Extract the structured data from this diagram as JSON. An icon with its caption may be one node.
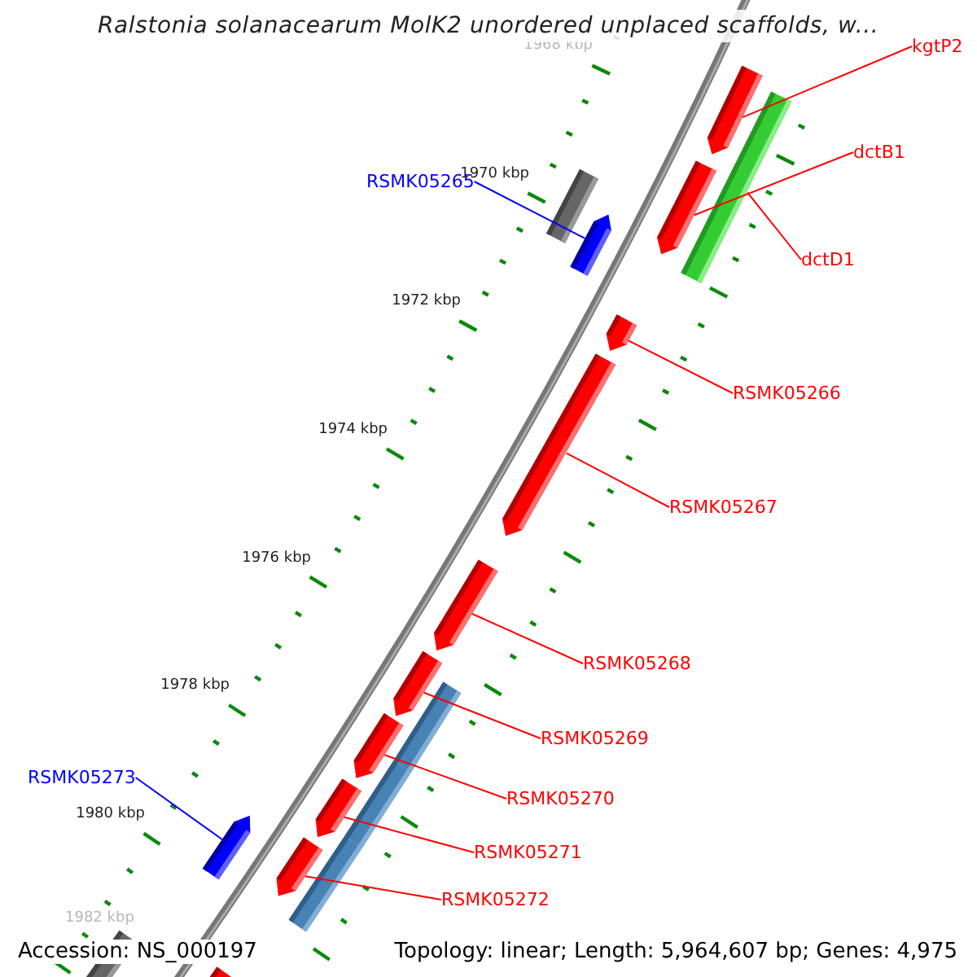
{
  "diagram": {
    "title": "Ralstonia solanacearum MolK2 unordered unplaced scaffolds, w...",
    "nodes": [
      {
        "text": [
          "kgtP2"
        ]
      },
      {
        "text": [
          "dctB1"
        ]
      },
      {
        "text": [
          "RSMK05265"
        ]
      },
      {
        "text": [
          "dctD1"
        ]
      },
      {
        "text": [
          "RSMK05266"
        ]
      },
      {
        "text": [
          "RSMK05267"
        ]
      },
      {
        "text": [
          "RSMK05268"
        ]
      },
      {
        "text": [
          "RSMK05269"
        ]
      },
      {
        "text": [
          "RSMK05273"
        ]
      },
      {
        "text": [
          "RSMK05270"
        ]
      },
      {
        "text": [
          "RSMK05271"
        ]
      },
      {
        "text": [
          "RSMK05272"
        ]
      },
      {
        "text": [],
        "shape": "bar"
      },
      {
        "text": [],
        "shape": "bar"
      },
      {
        "text": [],
        "shape": "bar"
      },
      {
        "text": [],
        "shape": "bar"
      },
      {
        "text": [],
        "shape": "bar"
      },
      {
        "text": [],
        "shape": "bar"
      },
      {
        "text": [],
        "shape": "bar"
      },
      {
        "text": [],
        "shape": "bar"
      },
      {
        "text": [],
        "shape": "bar"
      },
      {
        "text": [],
        "shape": "bar"
      },
      {
        "text": [],
        "shape": "bar"
      },
      {
        "text": [],
        "shape": "bar"
      }
    ],
    "edges": [
      {
        "from": 0,
        "to": 12,
        "arrow": "none"
      },
      {
        "from": 1,
        "to": 14,
        "arrow": "none"
      },
      {
        "from": 2,
        "to": 15,
        "arrow": "none",
        "color": "#0000ff"
      },
      {
        "from": 3,
        "to": 13,
        "arrow": "none"
      },
      {
        "from": 4,
        "to": 16,
        "arrow": "none"
      },
      {
        "from": 5,
        "to": 17,
        "arrow": "none"
      },
      {
        "from": 6,
        "to": 18,
        "arrow": "none"
      },
      {
        "from": 7,
        "to": 19,
        "arrow": "none"
      },
      {
        "from": 8,
        "to": 23,
        "arrow": "none",
        "color": "#0000ff"
      },
      {
        "from": 9,
        "to": 20,
        "arrow": "none"
      },
      {
        "from": 10,
        "to": 21,
        "arrow": "none"
      },
      {
        "from": 11,
        "to": 22,
        "arrow": "none"
      }
    ],
    "labels": [
      "1968 kbp",
      "1970 kbp",
      "1972 kbp",
      "1974 kbp",
      "1976 kbp",
      "1978 kbp",
      "1980 kbp",
      "1982 kbp",
      "Accession: NS_000197",
      "Topology: linear; Length: 5,964,607 bp; Genes: 4,975"
    ]
  }
}
